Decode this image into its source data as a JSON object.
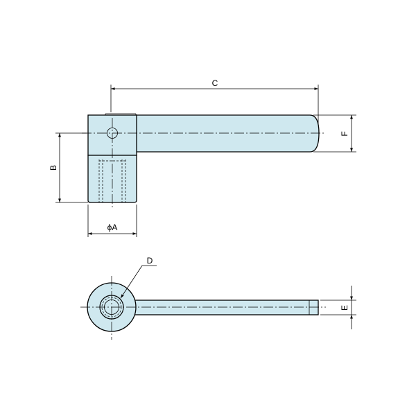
{
  "labels": {
    "C": "C",
    "F": "F",
    "B": "B",
    "A": "ϕA",
    "D": "D",
    "E": "E"
  }
}
